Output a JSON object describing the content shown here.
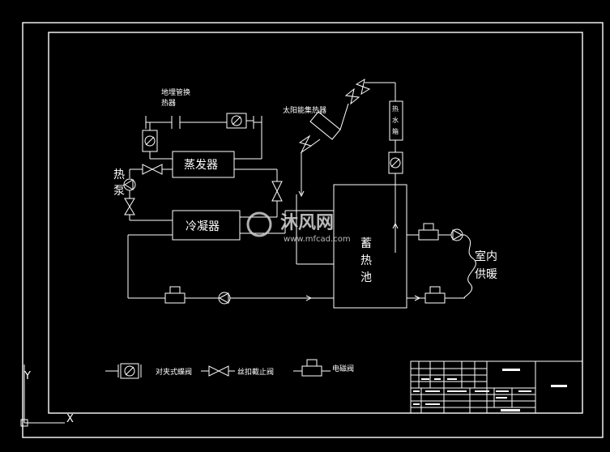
{
  "labels": {
    "geothermal_exchanger": [
      "地埋管换",
      "热器"
    ],
    "solar_collector": "太阳能集热器",
    "hot_water_tank": [
      "热",
      "水",
      "箱"
    ],
    "evaporator": "蒸发器",
    "condenser": "冷凝器",
    "heat_pump": [
      "热",
      "泵"
    ],
    "storage_tank": [
      "蓄",
      "热",
      "池"
    ],
    "indoor_heating": [
      "室内",
      "供暖"
    ]
  },
  "legend": {
    "check_valve": "对夹式蝶阀",
    "globe_valve": "丝扣截止阀",
    "solenoid_valve": "电磁阀"
  },
  "watermark": {
    "brand": "沐风网",
    "url": "www.mfcad.com"
  },
  "axis": {
    "y": "Y",
    "x": "X"
  }
}
